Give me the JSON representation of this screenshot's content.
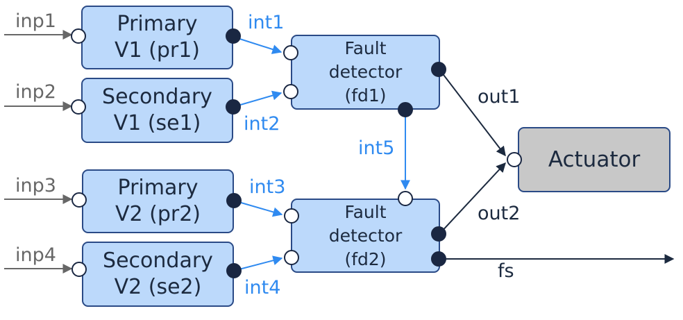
{
  "blocks": {
    "pr1": {
      "line1": "Primary",
      "line2": "V1 (pr1)"
    },
    "se1": {
      "line1": "Secondary",
      "line2": "V1 (se1)"
    },
    "pr2": {
      "line1": "Primary",
      "line2": "V2 (pr2)"
    },
    "se2": {
      "line1": "Secondary",
      "line2": "V2 (se2)"
    },
    "fd1": {
      "line1": "Fault",
      "line2": "detector",
      "line3": "(fd1)"
    },
    "fd2": {
      "line1": "Fault",
      "line2": "detector",
      "line3": "(fd2)"
    },
    "actuator": {
      "label": "Actuator"
    }
  },
  "signals": {
    "inputs": [
      "inp1",
      "inp2",
      "inp3",
      "inp4"
    ],
    "internal": [
      "int1",
      "int2",
      "int3",
      "int4",
      "int5"
    ],
    "outputs": [
      "out1",
      "out2",
      "fs"
    ]
  },
  "colors": {
    "block_fill": "#bcd9fb",
    "actuator_fill": "#c8c8c8",
    "block_border": "#2a4a86",
    "input_line": "#676767",
    "internal_line": "#2f8af0",
    "output_line": "#1c2a3f",
    "port_filled": "#1a2742"
  }
}
